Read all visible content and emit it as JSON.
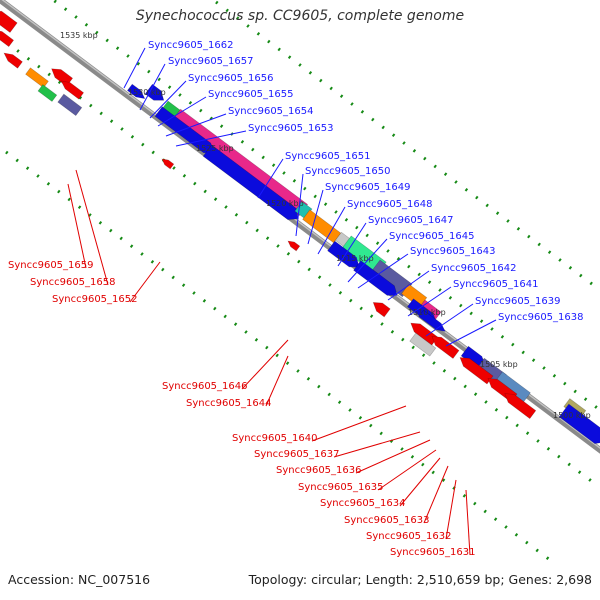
{
  "title": "Synechococcus sp. CC9605, complete genome",
  "footer": {
    "accession": "Accession: NC_007516",
    "summary": "Topology: circular; Length: 2,510,659 bp; Genes: 2,698"
  },
  "colors": {
    "forward": "#0b0bdc",
    "reverse": "#ee0000",
    "backbone": "#8a8a8a",
    "tick": "#168a16",
    "label_forward": "#1a1aff",
    "label_reverse": "#e00000",
    "pink": "#e8288a",
    "green": "#22c04a",
    "mint": "#30e890",
    "slate": "#5a5aa0",
    "orange": "#ff8c00",
    "olive": "#b0a860",
    "steel": "#5a8ac0",
    "gray": "#c8c8c8"
  },
  "kbp_labels": [
    "1535 kbp",
    "1530 kbp",
    "1525 kbp",
    "1520 kbp",
    "1515 kbp",
    "1510 kbp",
    "1505 kbp",
    "1500 kbp"
  ],
  "forward_labels": [
    "Syncc9605_1662",
    "Syncc9605_1657",
    "Syncc9605_1656",
    "Syncc9605_1655",
    "Syncc9605_1654",
    "Syncc9605_1653",
    "Syncc9605_1651",
    "Syncc9605_1650",
    "Syncc9605_1649",
    "Syncc9605_1648",
    "Syncc9605_1647",
    "Syncc9605_1645",
    "Syncc9605_1643",
    "Syncc9605_1642",
    "Syncc9605_1641",
    "Syncc9605_1639",
    "Syncc9605_1638"
  ],
  "reverse_labels": [
    "Syncc9605_1659",
    "Syncc9605_1658",
    "Syncc9605_1652",
    "Syncc9605_1646",
    "Syncc9605_1644",
    "Syncc9605_1640",
    "Syncc9605_1637",
    "Syncc9605_1636",
    "Syncc9605_1635",
    "Syncc9605_1634",
    "Syncc9605_1633",
    "Syncc9605_1632",
    "Syncc9605_1631"
  ]
}
